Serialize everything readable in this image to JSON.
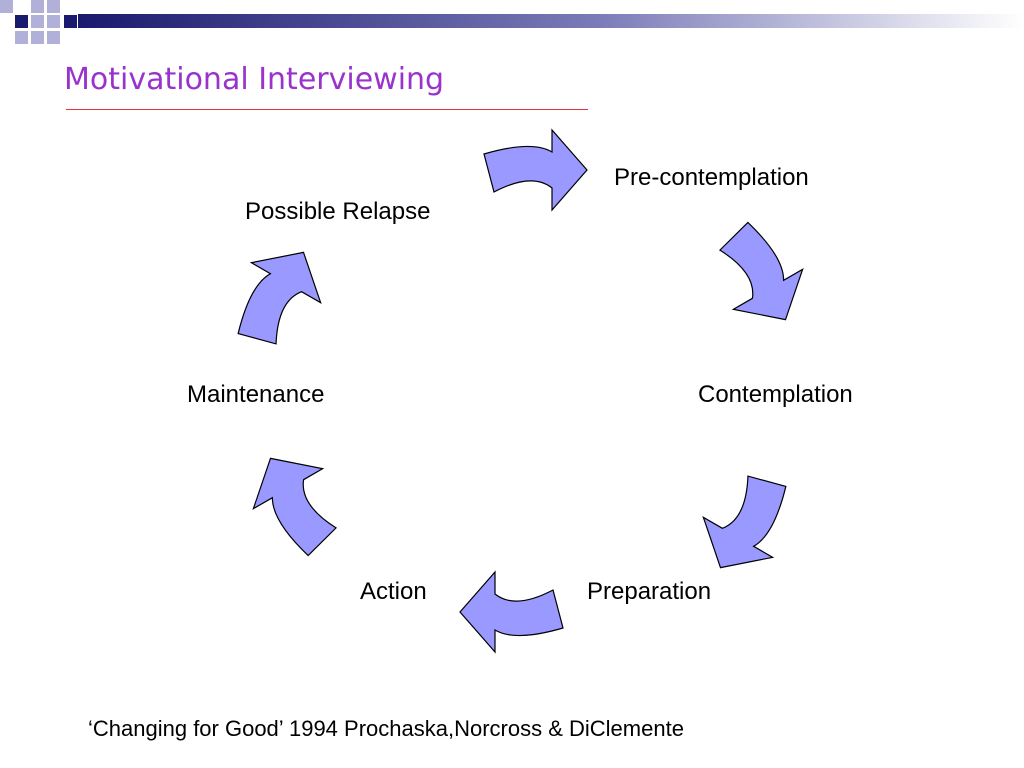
{
  "slide": {
    "title": "Motivational Interviewing",
    "citation": "‘Changing for Good’ 1994 Prochaska,Norcross & DiClemente"
  },
  "stages": {
    "precontemplation": "Pre-contemplation",
    "contemplation": "Contemplation",
    "preparation": "Preparation",
    "action": "Action",
    "maintenance": "Maintenance",
    "relapse": "Possible Relapse"
  },
  "colors": {
    "title": "#9933cc",
    "underline": "#e8323a",
    "arrow_fill": "#9999ff",
    "header_dark": "#1a1a6e",
    "header_light": "#b0b0d8"
  },
  "icons": {
    "arrow": "curved-block-arrow-icon"
  }
}
